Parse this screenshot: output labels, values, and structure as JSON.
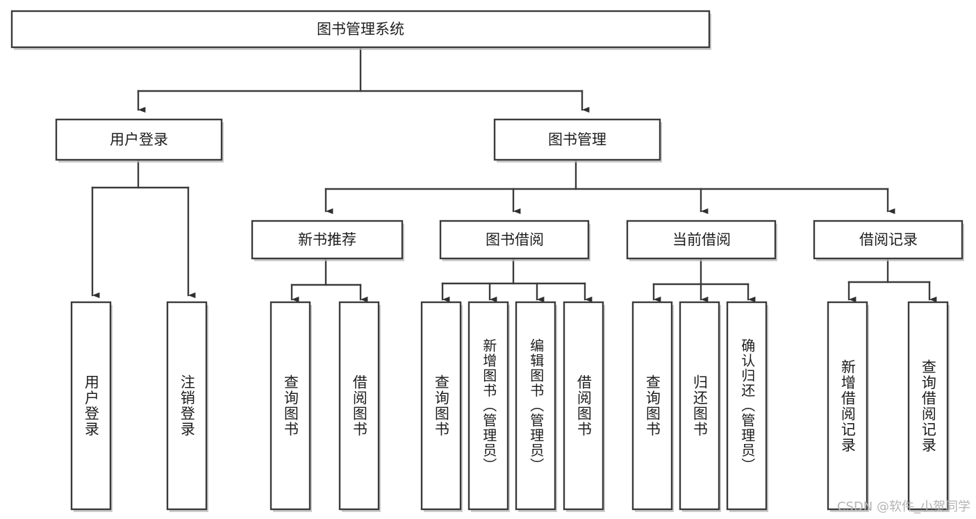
{
  "diagram": {
    "title": "图书管理系统",
    "watermark": "CSDN @软件_小贺同学",
    "colors": {
      "box_fill": "#ffffff",
      "box_stroke": "#3a3a3a",
      "text": "#1d1d1f",
      "connector": "#3a3a3a",
      "watermark": "#b3b3b3",
      "background": "#ffffff"
    },
    "root": {
      "label": "图书管理系统"
    },
    "level1": [
      {
        "label": "用户登录"
      },
      {
        "label": "图书管理"
      }
    ],
    "level2": [
      {
        "label": "新书推荐"
      },
      {
        "label": "图书借阅"
      },
      {
        "label": "当前借阅"
      },
      {
        "label": "借阅记录"
      }
    ],
    "leaves": {
      "user_login": [
        {
          "label": "用户登录"
        },
        {
          "label": "注销登录"
        }
      ],
      "new_book_recommend": [
        {
          "label": "查询图书"
        },
        {
          "label": "借阅图书"
        }
      ],
      "book_borrow": [
        {
          "label": "查询图书"
        },
        {
          "label": "新增图书（管理员）"
        },
        {
          "label": "编辑图书（管理员）"
        },
        {
          "label": "借阅图书"
        }
      ],
      "current_borrow": [
        {
          "label": "查询图书"
        },
        {
          "label": "归还图书"
        },
        {
          "label": "确认归还（管理员）"
        }
      ],
      "borrow_record": [
        {
          "label": "新增借阅记录"
        },
        {
          "label": "查询借阅记录"
        }
      ]
    }
  }
}
